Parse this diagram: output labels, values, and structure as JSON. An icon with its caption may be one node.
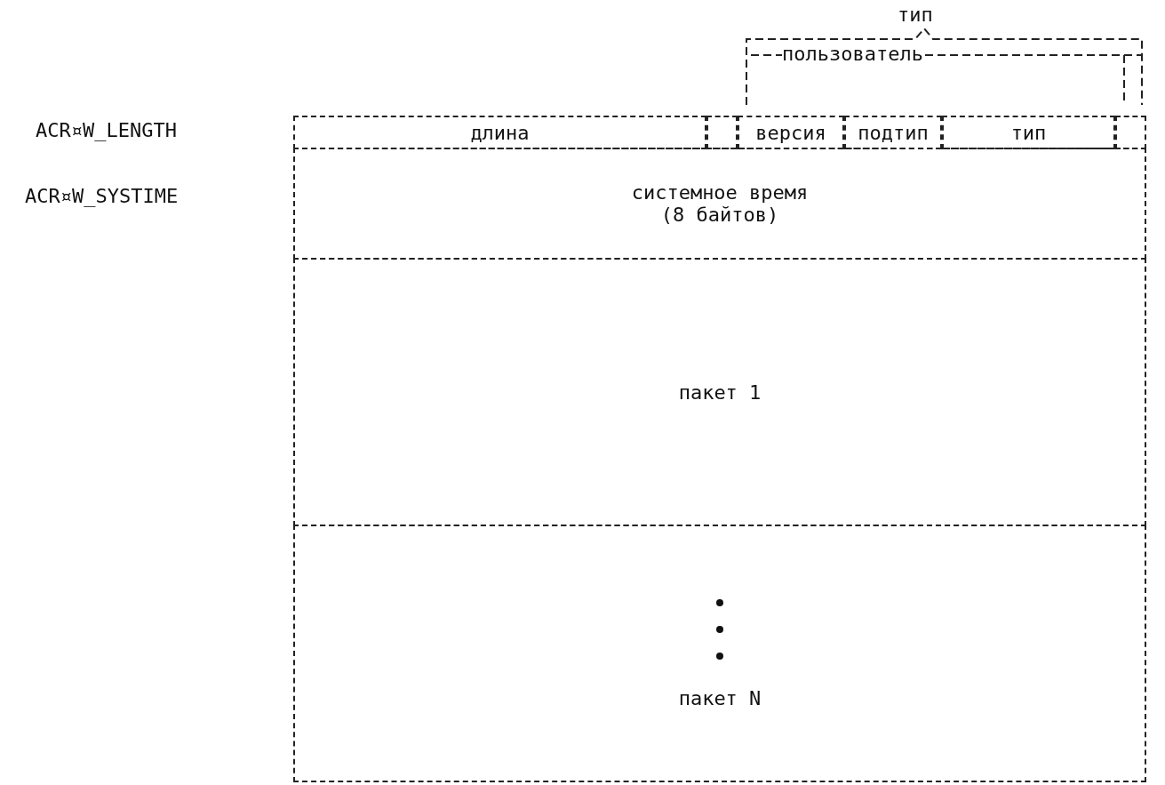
{
  "diagram": {
    "nodes": [
      {
        "text": [
          "длина"
        ]
      },
      {
        "text": [],
        "shape": "box"
      },
      {
        "text": [
          "версия"
        ]
      },
      {
        "text": [
          "подтип"
        ]
      },
      {
        "text": [
          "тип"
        ]
      },
      {
        "text": [],
        "shape": "box"
      },
      {
        "text": [
          "системное время (8 байтов)"
        ]
      },
      {
        "text": [
          "пакет 1"
        ]
      },
      {
        "text": [
          "пакет N"
        ]
      }
    ],
    "edges": [],
    "labels": [
      "тип",
      "пользователь",
      "ACR¤W_LENGTH",
      "ACR¤W_SYSTIME"
    ]
  }
}
